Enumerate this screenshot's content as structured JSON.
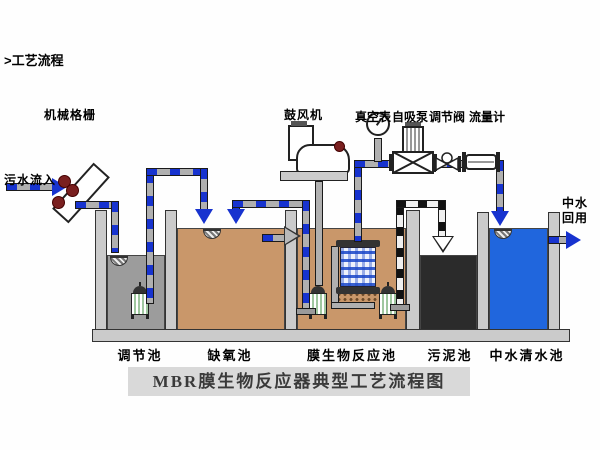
{
  "heading": ">工艺流程",
  "diagram_title": "MBR膜生物反应器典型工艺流程图",
  "labels": {
    "inflow": "污水流入",
    "mechanical_screen": "机械格栅",
    "blower": "鼓风机",
    "vacuum_gauge": "真空表",
    "self_priming_pump": "自吸泵",
    "regulating_valve": "调节阀",
    "flow_meter": "流量计",
    "reuse_line1": "中水",
    "reuse_line2": "回用"
  },
  "tanks": [
    {
      "label": "调节池",
      "water_color": "#9c9c9c"
    },
    {
      "label": "缺氧池",
      "water_color": "#c9976a"
    },
    {
      "label": "膜生物反应池",
      "water_color": "#c9976a"
    },
    {
      "label": "污泥池",
      "water_color": "#2b2b2b"
    },
    {
      "label": "中水清水池",
      "water_color": "#2066dd"
    }
  ],
  "colors": {
    "pipe_blue": "#1733cf",
    "pipe_gray": "#b0b0b0",
    "wall_gray": "#cbcbcb",
    "sludge_pipe_dash": "#111111"
  },
  "icons": [
    "flow-arrow",
    "water-level",
    "gear",
    "vacuum-gauge",
    "membrane-module",
    "aerator",
    "submersible-pump"
  ]
}
